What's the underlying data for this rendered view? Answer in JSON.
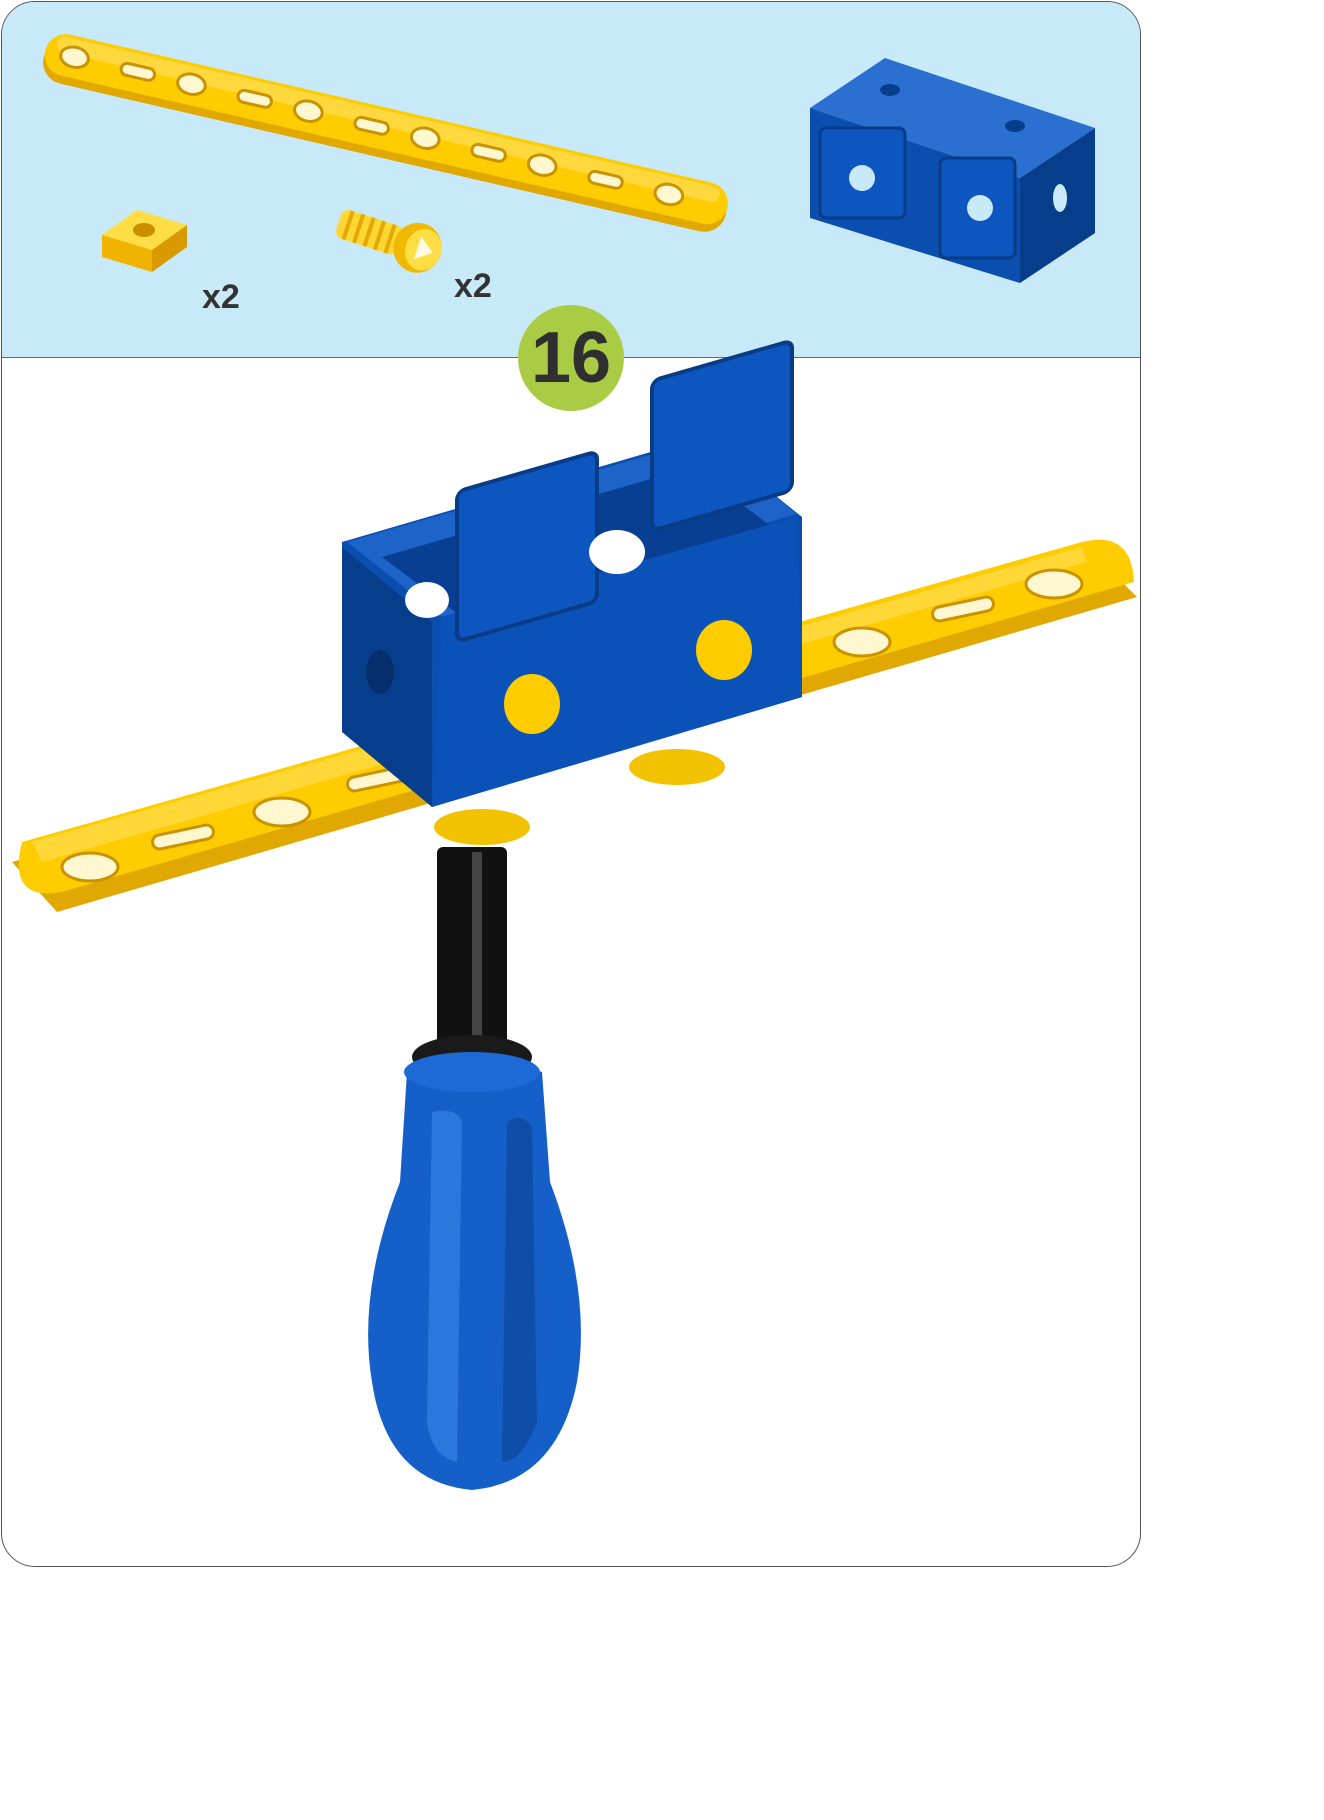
{
  "step": {
    "number": "16"
  },
  "parts": [
    {
      "name": "strip",
      "quantity": ""
    },
    {
      "name": "cube-block",
      "quantity": ""
    },
    {
      "name": "square-nut",
      "quantity": "x2"
    },
    {
      "name": "screw",
      "quantity": "x2"
    }
  ],
  "colors": {
    "panel_background": "#c8e9f7",
    "badge": "#a9cc44",
    "strip_yellow": "#ffcc00",
    "block_blue": "#0a4fb0",
    "handle_blue": "#1560c8",
    "shaft": "#111111"
  },
  "icons": [
    "strip-part-icon",
    "cube-block-part-icon",
    "square-nut-icon",
    "screw-icon",
    "screwdriver-icon"
  ]
}
